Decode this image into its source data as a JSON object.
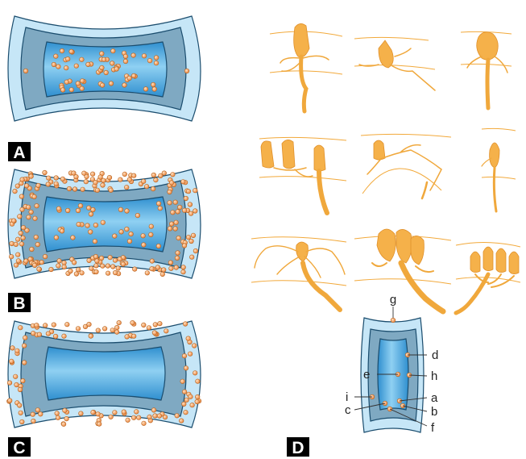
{
  "panels": [
    {
      "id": "A",
      "label": "A"
    },
    {
      "id": "B",
      "label": "B"
    },
    {
      "id": "C",
      "label": "C"
    },
    {
      "id": "D",
      "label": "D"
    }
  ],
  "panelD_points": [
    "g",
    "d",
    "e",
    "h",
    "i",
    "a",
    "c",
    "b",
    "f"
  ],
  "colors": {
    "outer_layer": "#c6e6f7",
    "middle_layer": "#7fa9c2",
    "core": "#4aa8dc",
    "dot": "#f4a15c",
    "neuron": "#f5b14a",
    "label_bg": "#000000"
  },
  "icons": [
    "neuron-drawing"
  ]
}
